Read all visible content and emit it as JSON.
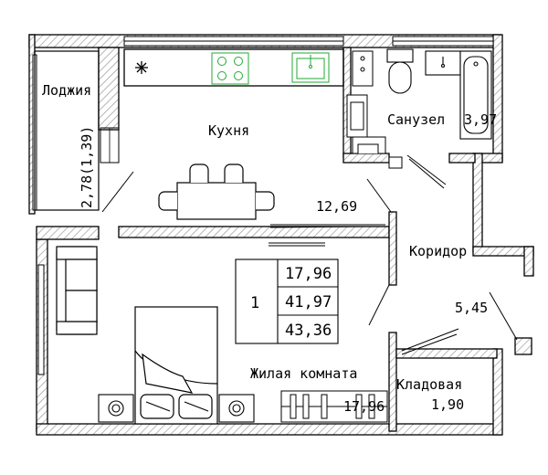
{
  "rooms": {
    "loggia": {
      "label": "Лоджия",
      "area": "2,78(1,39)"
    },
    "kitchen": {
      "label": "Кухня",
      "area": "12,69"
    },
    "bathroom": {
      "label": "Санузел",
      "area": "3,97"
    },
    "corridor": {
      "label": "Коридор",
      "area": "5,45"
    },
    "living": {
      "label": "Жилая комната",
      "area": "17,96"
    },
    "storage": {
      "label": "Кладовая",
      "area": "1,90"
    }
  },
  "summary": {
    "rooms_count": "1",
    "living_area": "17,96",
    "total_area": "41,97",
    "total_with_loggia": "43,36"
  },
  "symbols": {
    "stove": "four-burner-stove-icon",
    "sink": "kitchen-sink-icon",
    "vent": "ventilation-asterisk-icon",
    "toilet": "toilet-icon",
    "bathtub": "bathtub-icon",
    "bed": "double-bed-icon",
    "sofa": "sofa-icon"
  },
  "colors": {
    "wall": "#000000",
    "hatch": "#9a9a9a",
    "plumbing": "#22aa33"
  }
}
